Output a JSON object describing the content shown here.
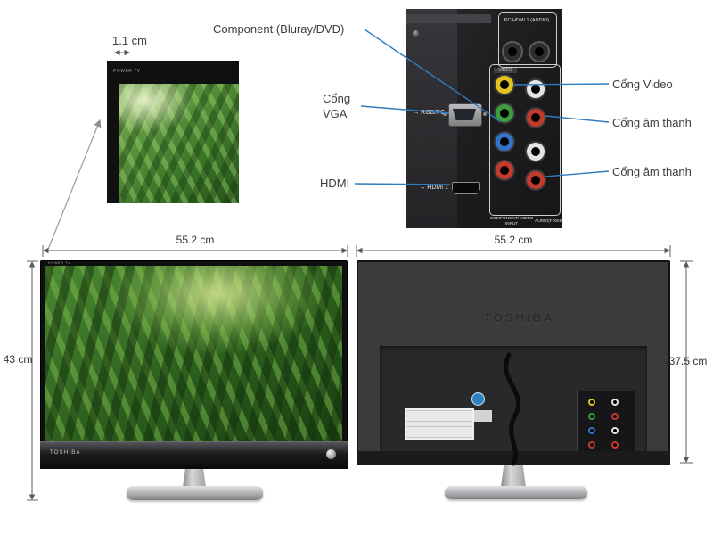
{
  "accent": "#2e7cbe",
  "closeup": {
    "bezel_dim": "1.1 cm",
    "power_tv": "POWER TV"
  },
  "callouts": {
    "component": "Component (Bluray/DVD)",
    "vga": "Cổng VGA",
    "hdmi": "HDMI",
    "video": "Cổng Video",
    "audio": "Cổng âm thanh"
  },
  "back_panel": {
    "pc_hdmi_audio": "PC/HDMI 1 (AUDIO)",
    "video_label": "VIDEO",
    "input_icon": "→",
    "rgb_pc": "RGB/PC",
    "hdmi_1": "HDMI 1",
    "component_video_input": "COMPONENT/ VIDEO INPUT",
    "audio_fixed": "AUDIO(FIXED)"
  },
  "front_tv": {
    "width": "55.2 cm",
    "height": "43 cm",
    "brand": "TOSHIBA",
    "power_tv": "POWER TV"
  },
  "back_tv": {
    "width": "55.2 cm",
    "height": "37.5 cm",
    "brand": "TOSHIBA"
  }
}
